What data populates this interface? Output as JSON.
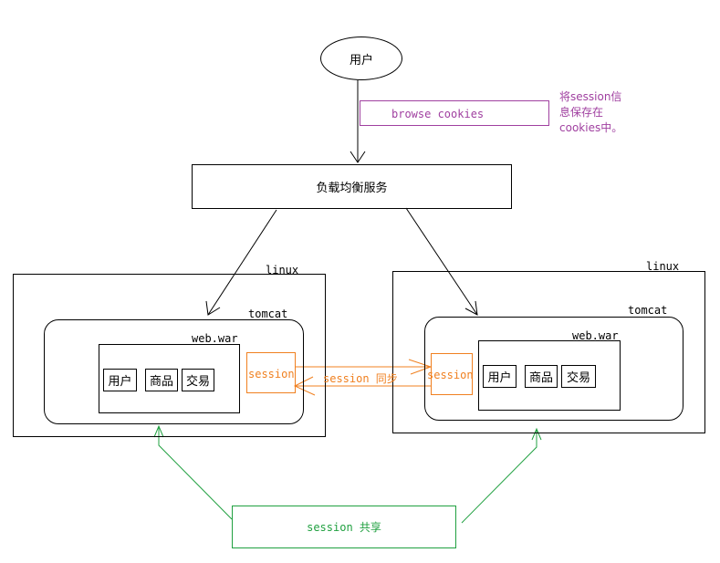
{
  "user_node": "用户",
  "browse_cookies": "browse cookies",
  "note": {
    "line1": "将session信",
    "line2": "息保存在",
    "line3": "cookies中。"
  },
  "load_balancer": "负载均衡服务",
  "left_server": {
    "linux": "linux",
    "tomcat": "tomcat",
    "war": "web.war",
    "modules": [
      "用户",
      "商品",
      "交易"
    ],
    "session": "session"
  },
  "right_server": {
    "linux": "linux",
    "tomcat": "tomcat",
    "war": "web.war",
    "modules": [
      "用户",
      "商品",
      "交易"
    ],
    "session": "session"
  },
  "session_sync": "session 同步",
  "session_share": "session 共享",
  "colors": {
    "note": "#a040a0",
    "session_box": "#f08020",
    "share": "#20a040",
    "line": "#000000"
  }
}
